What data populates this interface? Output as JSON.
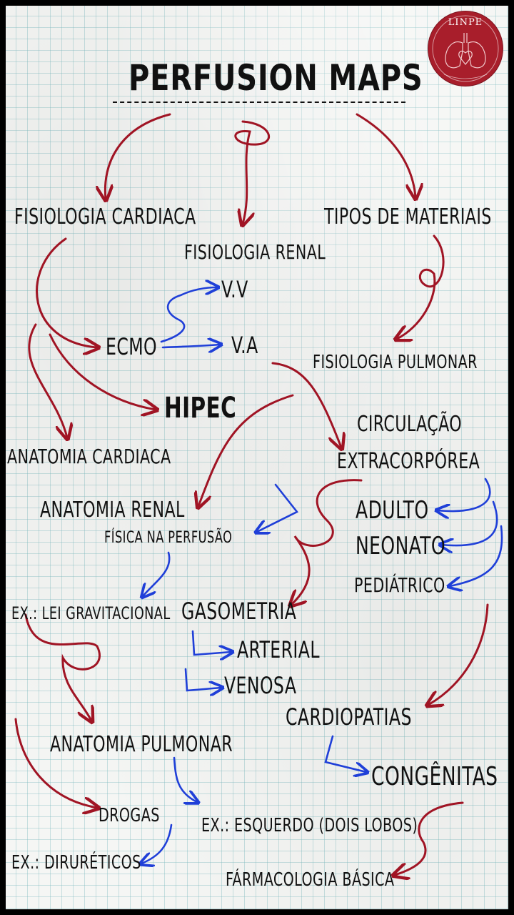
{
  "title": "PERFUSION MAPS",
  "logo": {
    "text": "LINPE"
  },
  "colors": {
    "red": "#a01424",
    "blue": "#1f3fd8",
    "ink": "#111111",
    "logo_bg": "#a81e2b"
  },
  "topics": {
    "fisiologia_cardiaca": "FISIOLOGIA CARDIACA",
    "fisiologia_renal": "FISIOLOGIA RENAL",
    "tipos_materiais": "TIPOS DE MATERIAIS",
    "vv": "V.V",
    "ecmo": "ECMO",
    "va": "V.A",
    "fisiologia_pulmonar": "FISIOLOGIA PULMONAR",
    "hipec": "HIPEC",
    "circulacao": "CIRCULAÇÃO",
    "extracorporea": "EXTRACORPÓREA",
    "anatomia_cardiaca": "ANATOMIA CARDIACA",
    "anatomia_renal": "ANATOMIA RENAL",
    "adulto": "ADULTO",
    "fisica_perfusao": "FÍSICA NA PERFUSÃO",
    "neonato": "NEONATO",
    "pediatrico": "PEDIÁTRICO",
    "lei_gravitacional": "EX.: LEI GRAVITACIONAL",
    "gasometria": "GASOMETRIA",
    "arterial": "ARTERIAL",
    "venosa": "VENOSA",
    "cardiopatias": "CARDIOPATIAS",
    "anatomia_pulmonar": "ANATOMIA PULMONAR",
    "congenitas": "CONGÊNITAS",
    "drogas": "DROGAS",
    "esquerdo": "EX.: ESQUERDO (DOIS LOBOS)",
    "diureticos": "EX.: DIRURÉTICOS",
    "farmacologia": "FÁRMACOLOGIA BÁSICA"
  }
}
